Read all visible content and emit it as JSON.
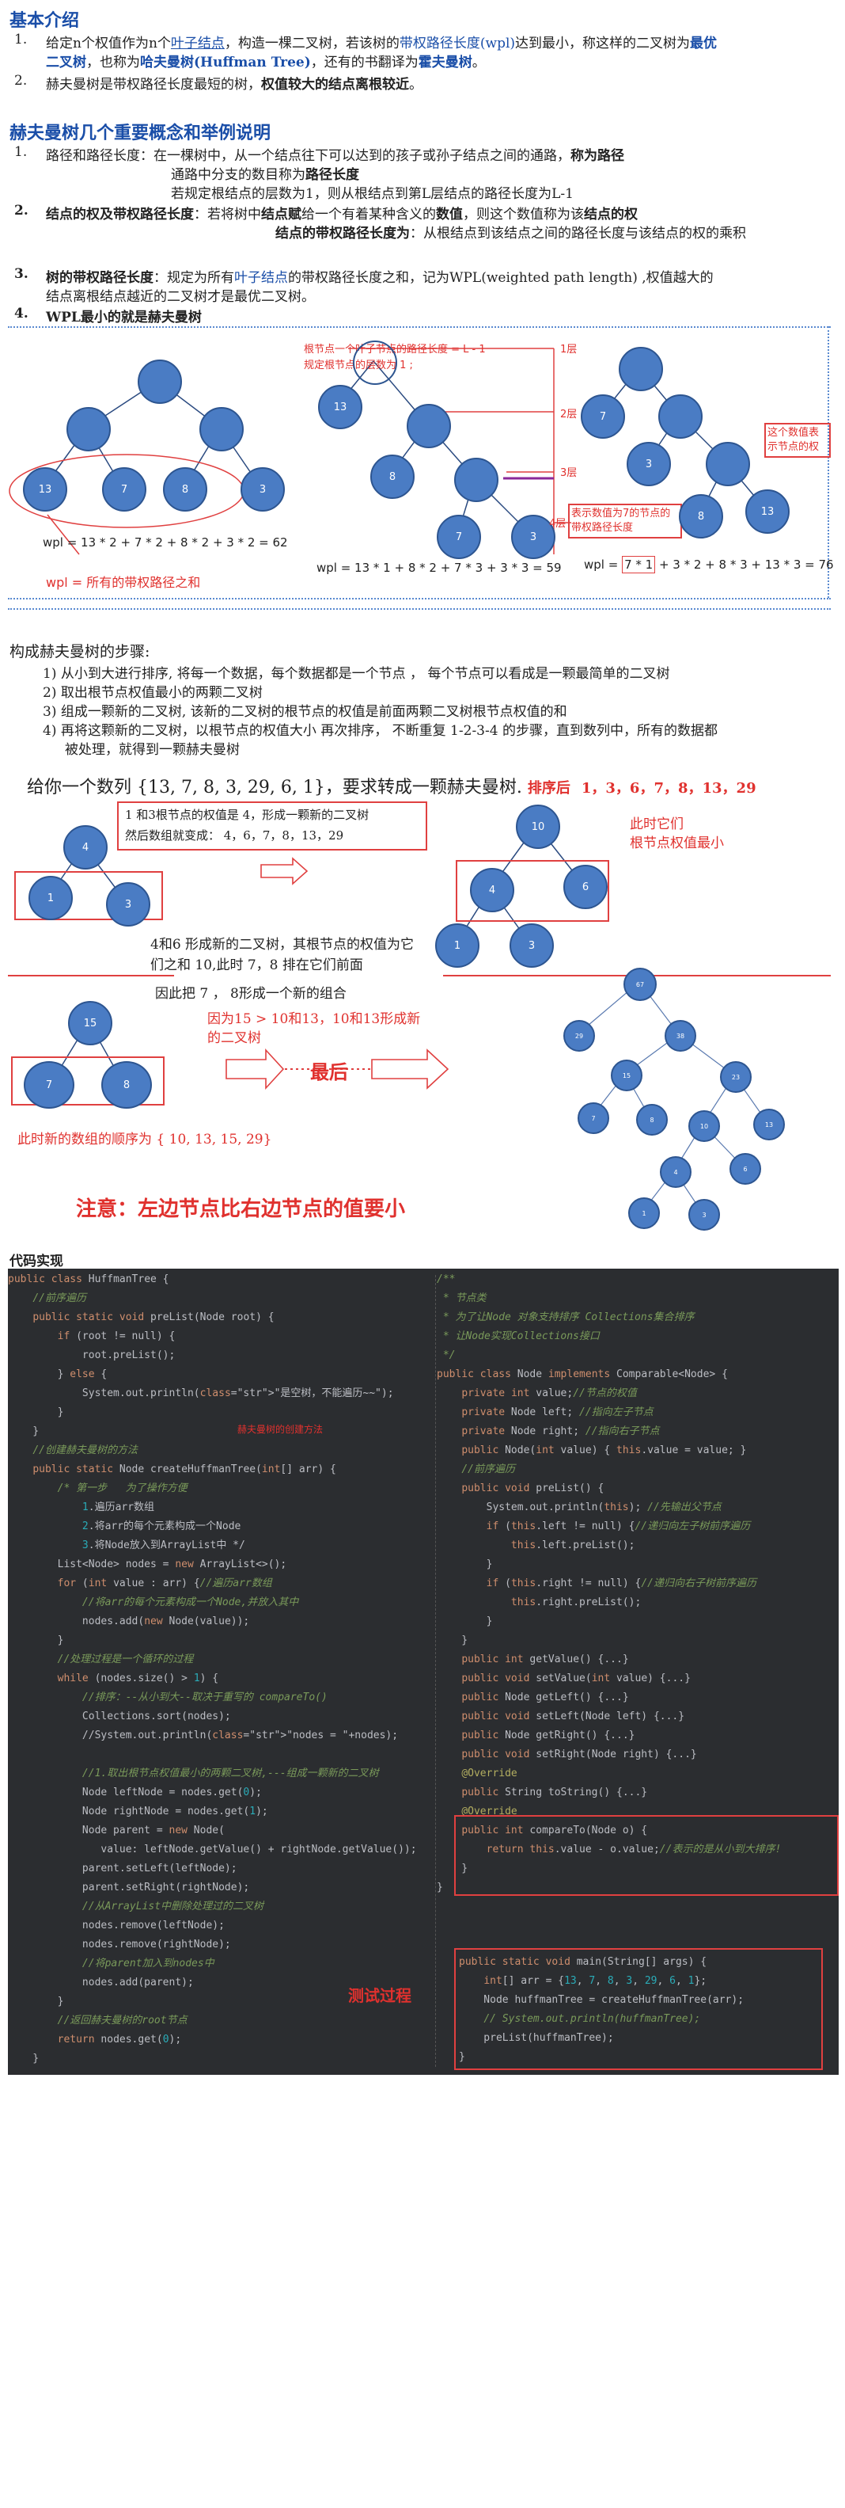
{
  "intro": {
    "heading": "基本介绍",
    "p1_a": "给定n个权值作为n个",
    "p1_link": "叶子结点",
    "p1_b": "，构造一棵二叉树，若该树的",
    "p1_wpl": "带权路径长度(wpl)",
    "p1_c": "达到最小，称这样的二叉树为",
    "p1_best": "最优",
    "p1_d": "二叉树",
    "p1_e": "，也称为",
    "p1_huff": "哈夫曼树(Huffman Tree)",
    "p1_f": "，还有的书翻译为",
    "p1_huo": "霍夫曼树",
    "p1_g": "。",
    "p2_a": "赫夫曼树是带权路径长度最短的树，",
    "p2_b": "权值较大的结点离根较近",
    "p2_c": "。"
  },
  "concepts": {
    "heading": "赫夫曼树几个重要概念和举例说明",
    "c1_label": "路径和路径长度",
    "c1_text": "：在一棵树中，从一个结点往下可以达到的孩子或孙子结点之间的通路，",
    "c1_bold": "称为路径",
    "c1_line2": "通路中分支的数目称为",
    "c1_line2b": "路径长度",
    "c1_line3": "若规定根结点的层数为1，则从根结点到第L层结点的路径长度为L-1",
    "c2_label": "结点的权及带权路径长度",
    "c2_text": "：若将树中",
    "c2_b1": "结点赋",
    "c2_text2": "给一个有着某种含义的",
    "c2_b2": "数值",
    "c2_text3": "，则这个数值称为该",
    "c2_b3": "结点的权",
    "c2_line2_label": "结点的带权路径长度为",
    "c2_line2": "：从根结点到该结点之间的路径长度与该结点的权的乘积",
    "c3_label": "树的带权路径长度",
    "c3_text": "：规定为所有",
    "c3_link": "叶子结点",
    "c3_text2": "的带权路径长度之和，记为WPL(weighted path length) ,权值越大的",
    "c3_line2": "结点离根结点越近的二叉树才是最优二叉树。",
    "c4": "WPL最小的就是赫夫曼树"
  },
  "diagram1": {
    "tree1_nodes": [
      "13",
      "7",
      "8",
      "3"
    ],
    "tree1_formula": "wpl = 13 * 2 + 7 * 2 + 8 * 2 + 3 * 2 = 62",
    "tree1_note": "wpl = 所有的带权路径之和",
    "tree2_nodes": [
      "13",
      "8",
      "7",
      "3"
    ],
    "tree2_note1": "根节点一个叶子节点的路径长度 = L - 1",
    "tree2_note2": "规定根节点的层数为 1 ;",
    "levels": [
      "1层",
      "2层",
      "3层",
      "4层"
    ],
    "tree2_note3": "表示数值为7的节点的带权路径长度",
    "tree2_formula": "wpl = 13 * 1 + 8 * 2 + 7 * 3 + 3 * 3 = 59",
    "tree3_nodes": [
      "7",
      "3",
      "8",
      "13"
    ],
    "tree3_note": "这个数值表示节点的权",
    "tree3_formula_a": "wpl = ",
    "tree3_formula_box": "7 * 1",
    "tree3_formula_b": " + 3 * 2 + 8 * 3 + 13 * 3 = 76"
  },
  "steps": {
    "heading": "构成赫夫曼树的步骤:",
    "s1": "1) 从小到大进行排序, 将每一个数据，每个数据都是一个节点 ， 每个节点可以看成是一颗最简单的二叉树",
    "s2": "2) 取出根节点权值最小的两颗二叉树",
    "s3": "3) 组成一颗新的二叉树, 该新的二叉树的根节点的权值是前面两颗二叉树根节点权值的和",
    "s4a": "4) 再将这颗新的二叉树，以根节点的权值大小  再次排序，  不断重复  1-2-3-4 的步骤，直到数列中，所有的数据都",
    "s4b": "被处理，就得到一颗赫夫曼树"
  },
  "example": {
    "title": "给你一个数列 {13, 7, 8, 3, 29, 6, 1}，要求转成一颗赫夫曼树.",
    "sorted_label": "排序后",
    "sorted": "1，3，6，7，8，13，29",
    "box1_l1": "1 和3根节点的权值是 4，形成一颗新的二叉树",
    "box1_l2": "然后数组就变成：  4，6，7，8，13，29",
    "n_4": "4",
    "n_1": "1",
    "n_3": "3",
    "n_10": "10",
    "n_6": "6",
    "note_now_a": "此时它们",
    "note_now_b": "根节点权值最小",
    "mid1": "4和6 形成新的二叉树，其根节点的权值为它",
    "mid2": "们之和  10,此时  7，8 排在它们前面",
    "mid3": "因此把  7 ，  8形成一个新的组合",
    "n_15": "15",
    "n_7": "7",
    "n_8": "8",
    "note_because_a": "因为15 > 10和13，10和13形成新",
    "note_because_b": "的二叉树",
    "final_label": "最后",
    "array_now": "此时新的数组的顺序为 { 10, 13, 15, 29}",
    "final_nodes": [
      "67",
      "29",
      "38",
      "15",
      "23",
      "7",
      "8",
      "10",
      "13",
      "4",
      "6",
      "1",
      "3"
    ],
    "attention": "注意：左边节点比右边节点的值要小"
  },
  "code": {
    "heading": "代码实现",
    "note_create": "赫夫曼树的创建方法",
    "note_test": "测试过程",
    "left": [
      "public class HuffmanTree {",
      "    //前序遍历",
      "    public static void preList(Node root) {",
      "        if (root != null) {",
      "            root.preList();",
      "        } else {",
      "            System.out.println(\"是空树，不能遍历~~\");",
      "        }",
      "    }",
      "    //创建赫夫曼树的方法",
      "    public static Node createHuffmanTree(int[] arr) {",
      "        /* 第一步   为了操作方便",
      "            1.遍历arr数组",
      "            2.将arr的每个元素构成一个Node",
      "            3.将Node放入到ArrayList中 */",
      "        List<Node> nodes = new ArrayList<>();",
      "        for (int value : arr) {//遍历arr数组",
      "            //将arr的每个元素构成一个Node,并放入其中",
      "            nodes.add(new Node(value));",
      "        }",
      "        //处理过程是一个循环的过程",
      "        while (nodes.size() > 1) {",
      "            //排序：--从小到大--取决于重写的 compareTo()",
      "            Collections.sort(nodes);",
      "            //System.out.println(\"nodes = \"+nodes);",
      "",
      "            //1.取出根节点权值最小的两颗二叉树,---组成一颗新的二叉树",
      "            Node leftNode = nodes.get(0);",
      "            Node rightNode = nodes.get(1);",
      "            Node parent = new Node(",
      "               value: leftNode.getValue() + rightNode.getValue());",
      "            parent.setLeft(leftNode);",
      "            parent.setRight(rightNode);",
      "            //从ArrayList中删除处理过的二叉树",
      "            nodes.remove(leftNode);",
      "            nodes.remove(rightNode);",
      "            //将parent加入到nodes中",
      "            nodes.add(parent);",
      "        }",
      "        //返回赫夫曼树的root节点",
      "        return nodes.get(0);",
      "    }"
    ],
    "right": [
      "/**",
      " * 节点类",
      " * 为了让Node 对象支持排序 Collections集合排序",
      " * 让Node实现Collections接口",
      " */",
      "public class Node implements Comparable<Node> {",
      "    private int value;//节点的权值",
      "    private Node left; //指向左子节点",
      "    private Node right; //指向右子节点",
      "    public Node(int value) { this.value = value; }",
      "    //前序遍历",
      "    public void preList() {",
      "        System.out.println(this); //先输出父节点",
      "        if (this.left != null) {//递归向左子树前序遍历",
      "            this.left.preList();",
      "        }",
      "        if (this.right != null) {//递归向右子树前序遍历",
      "            this.right.preList();",
      "        }",
      "    }",
      "    public int getValue() {...}",
      "    public void setValue(int value) {...}",
      "    public Node getLeft() {...}",
      "    public void setLeft(Node left) {...}",
      "    public Node getRight() {...}",
      "    public void setRight(Node right) {...}",
      "    @Override",
      "    public String toString() {...}",
      "    @Override",
      "    public int compareTo(Node o) {",
      "        return this.value - o.value;//表示的是从小到大排序!",
      "    }",
      "}"
    ],
    "main": [
      "public static void main(String[] args) {",
      "    int[] arr = {13, 7, 8, 3, 29, 6, 1};",
      "    Node huffmanTree = createHuffmanTree(arr);",
      "    // System.out.println(huffmanTree);",
      "    preList(huffmanTree);",
      "}"
    ]
  }
}
